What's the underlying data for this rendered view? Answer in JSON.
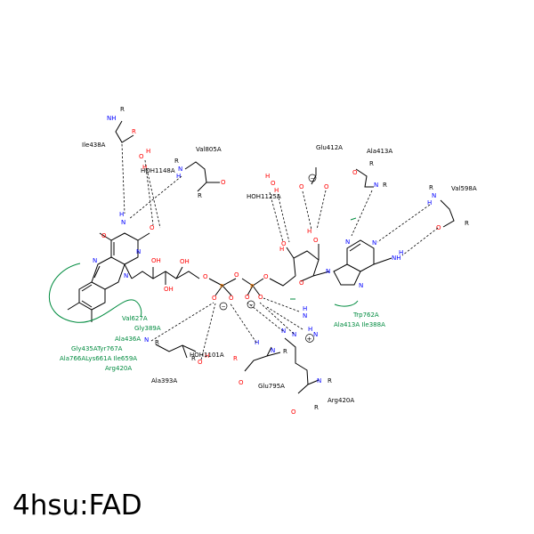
{
  "title": "4hsu:FAD",
  "residues": {
    "ile438": "Ile438A",
    "val805": "Val805A",
    "hoh1148": "HOH1148A",
    "glu412": "Glu412A",
    "ala413": "Ala413A",
    "hoh1125": "HOH1125A",
    "val598": "Val598A",
    "ala393": "Ala393A",
    "hoh1101": "HOH1101A",
    "glu795": "Glu795A",
    "arg420": "Arg420A"
  },
  "hydrophobic": {
    "left": [
      "Val627A",
      "Gly389A",
      "Ala436A",
      "Gly435ATyr767A",
      "Ala766ALys661A Ile659A",
      "Arg420A"
    ],
    "right": [
      "Trp762A",
      "Ala413A Ile388A"
    ]
  }
}
